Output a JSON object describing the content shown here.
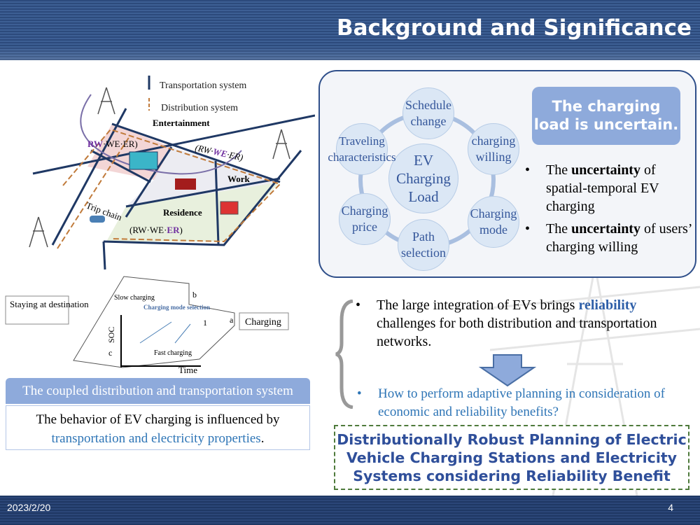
{
  "header": {
    "title": "Background and Significance"
  },
  "footer": {
    "date": "2023/2/20",
    "page": "4"
  },
  "diagram": {
    "legend_transport": "Transportation system",
    "legend_distribution": "Distribution system",
    "entertainment": "Entertainment",
    "work": "Work",
    "residence": "Residence",
    "trip_chain": "Trip chain",
    "rw_we_er_1_a": "RW",
    "rw_we_er_1_b": "·WE·ER)",
    "rw_we_er_2_a": "(RW·",
    "rw_we_er_2_b": "WE",
    "rw_we_er_2_c": "·ER)",
    "rw_we_er_3_a": "(RW·WE·",
    "rw_we_er_3_b": "ER",
    "rw_we_er_3_c": ")",
    "staying": "Staying at destination",
    "charging": "Charging",
    "slow_charging": "Slow charging",
    "mode_selection": "Charging mode selection",
    "fast_charging": "Fast charging",
    "soc": "SOC",
    "time": "Time",
    "label_a": "a",
    "label_b": "b",
    "label_c": "c",
    "label_1": "1"
  },
  "caption": {
    "title": "The coupled distribution and transportation system",
    "text_a": "The behavior of EV charging is influenced by",
    "text_b": "transportation and electricity properties",
    "text_c": "."
  },
  "factors": {
    "center": "EV Charging Load",
    "items": [
      "Schedule change",
      "charging willing",
      "Charging mode",
      "Path selection",
      "Charging price",
      "Traveling characteristics"
    ]
  },
  "uncertain_box": "The charging load is uncertain.",
  "uncertainty_bullets": [
    {
      "pre": "The ",
      "bold": "uncertainty",
      "post": " of spatial-temporal EV charging"
    },
    {
      "pre": "The ",
      "bold": "uncertainty",
      "post": " of users’ charging willing"
    }
  ],
  "challenge": {
    "pre": "The large integration of EVs brings ",
    "bold": "reliability",
    "post": " challenges for both distribution and transportation networks."
  },
  "question": "How to perform adaptive planning in consideration of economic and reliability benefits?",
  "conclusion": "Distributionally Robust Planning of Electric Vehicle Charging Stations and  Electricity Systems considering Reliability Benefit",
  "colors": {
    "accent": "#8eaadb",
    "navy": "#1f3864",
    "conclusion_text": "#2f4f9a",
    "dashed_border": "#4e7a3b"
  }
}
